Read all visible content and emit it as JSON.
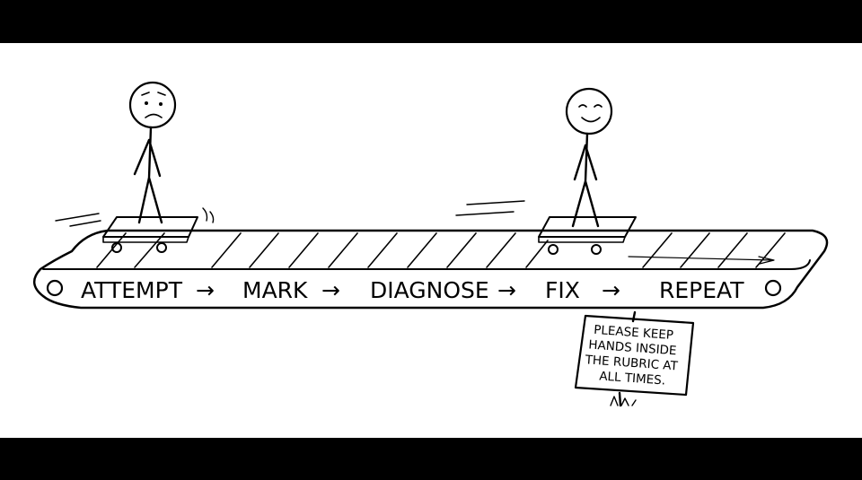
{
  "belt": {
    "steps": [
      "ATTEMPT",
      "MARK",
      "DIAGNOSE",
      "FIX",
      "REPEAT"
    ],
    "arrow": "→"
  },
  "sign": {
    "lines": [
      "PLEASE KEEP",
      "HANDS INSIDE",
      "THE RUBRIC AT",
      "ALL TIMES."
    ]
  },
  "figures": {
    "left_mood": "worried",
    "right_mood": "happy"
  },
  "colors": {
    "frame": "#000000",
    "panel": "#ffffff",
    "ink": "#000000"
  }
}
